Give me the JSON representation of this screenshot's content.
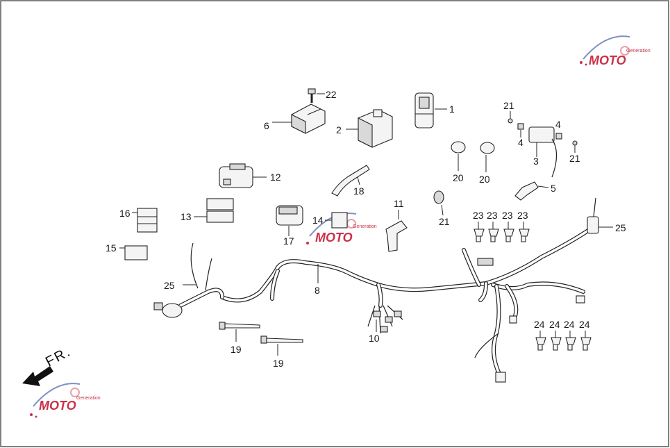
{
  "watermark": {
    "text": "MOTO",
    "subtext": "Generation",
    "colors": {
      "primary": "#c8324a",
      "secondary": "#7f8fc0",
      "accent": "#e9a0a8"
    }
  },
  "direction": {
    "text": "FR.",
    "icon": "arrow-left-down-icon"
  },
  "callouts": {
    "c1": "1",
    "c2": "2",
    "c3": "3",
    "c4a": "4",
    "c4b": "4",
    "c5": "5",
    "c6": "6",
    "c8": "8",
    "c10": "10",
    "c11": "11",
    "c12": "12",
    "c13": "13",
    "c14": "14",
    "c15": "15",
    "c16": "16",
    "c17": "17",
    "c18": "18",
    "c19a": "19",
    "c19b": "19",
    "c20a": "20",
    "c20b": "20",
    "c21a": "21",
    "c21b": "21",
    "c21c": "21",
    "c22": "22",
    "c23a": "23",
    "c23b": "23",
    "c23c": "23",
    "c23d": "23",
    "c24a": "24",
    "c24b": "24",
    "c24c": "24",
    "c24d": "24",
    "c25a": "25",
    "c25b": "25"
  },
  "colors": {
    "frame": "#555555",
    "ink": "#222222",
    "arrow": "#111111"
  }
}
